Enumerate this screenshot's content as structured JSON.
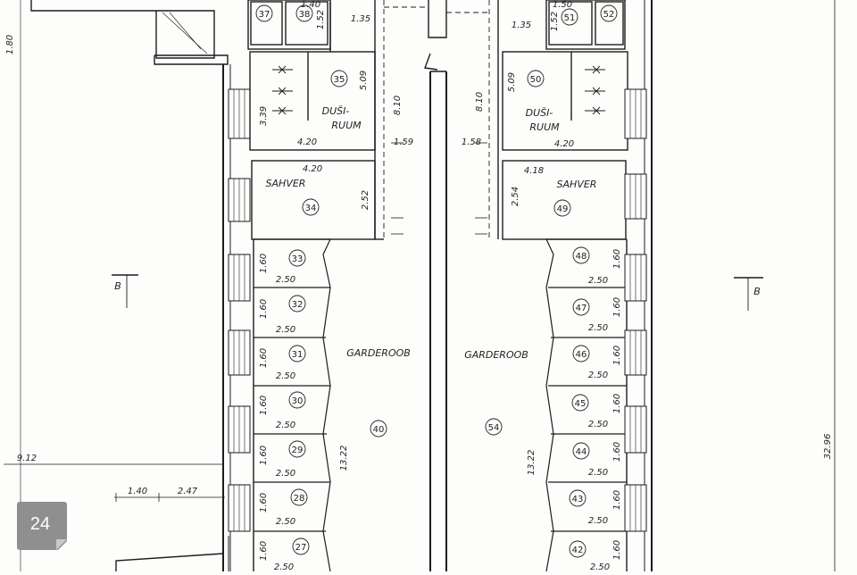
{
  "left_rooms": {
    "toilets": [
      {
        "number": "37"
      },
      {
        "number": "38",
        "dim_w": "1.40",
        "dim_h": "1.52"
      }
    ],
    "shower": {
      "number": "35",
      "label_1": "DUŠI-",
      "label_2": "RUUM",
      "dim_top": "1.35",
      "dim_inner": "5.09",
      "dim_side": "3.39",
      "dim_bottom": "4.20"
    },
    "sauna": {
      "number": "34",
      "label": "SAHVER",
      "dim_top": "4.20",
      "dim_side": "2.52"
    },
    "corridor": {
      "dim_length": "8.10",
      "dim_width": "1.59"
    },
    "cabins": [
      {
        "number": "33",
        "w": "2.50",
        "h": "1.60"
      },
      {
        "number": "32",
        "w": "2.50",
        "h": "1.60"
      },
      {
        "number": "31",
        "w": "2.50",
        "h": "1.60"
      },
      {
        "number": "30",
        "w": "2.50",
        "h": "1.60"
      },
      {
        "number": "29",
        "w": "2.50",
        "h": "1.60"
      },
      {
        "number": "28",
        "w": "2.50",
        "h": "1.60"
      },
      {
        "number": "27",
        "w": "2.50",
        "h": "1.60"
      }
    ],
    "cloakroom": {
      "number": "40",
      "label": "GARDEROOB",
      "dim_length": "13.22"
    }
  },
  "right_rooms": {
    "toilets": [
      {
        "number": "51",
        "dim_w": "1.50",
        "dim_h": "1.52"
      },
      {
        "number": "52"
      }
    ],
    "shower": {
      "number": "50",
      "label_1": "DUŠI-",
      "label_2": "RUUM",
      "dim_top": "1.35",
      "dim_inner": "5.09",
      "dim_bottom": "4.20"
    },
    "sauna": {
      "number": "49",
      "label": "SAHVER",
      "dim_top": "4.18",
      "dim_side": "2.54"
    },
    "corridor": {
      "dim_length": "8.10",
      "dim_width": "1.58"
    },
    "cabins": [
      {
        "number": "48",
        "w": "2.50",
        "h": "1.60"
      },
      {
        "number": "47",
        "w": "2.50",
        "h": "1.60"
      },
      {
        "number": "46",
        "w": "2.50",
        "h": "1.60"
      },
      {
        "number": "45",
        "w": "2.50",
        "h": "1.60"
      },
      {
        "number": "44",
        "w": "2.50",
        "h": "1.60"
      },
      {
        "number": "43",
        "w": "2.50",
        "h": "1.60"
      },
      {
        "number": "42",
        "w": "2.50",
        "h": "1.60"
      }
    ],
    "cloakroom": {
      "number": "54",
      "label": "GARDEROOB",
      "dim_length": "13.22"
    }
  },
  "dimensions": {
    "left_top": "1.80",
    "left_mid": "9.12",
    "bottom_a": "1.40",
    "bottom_b": "2.47",
    "right_side": "32.96"
  },
  "section_marks": {
    "left": "B",
    "right": "B"
  },
  "page_badge": "24"
}
